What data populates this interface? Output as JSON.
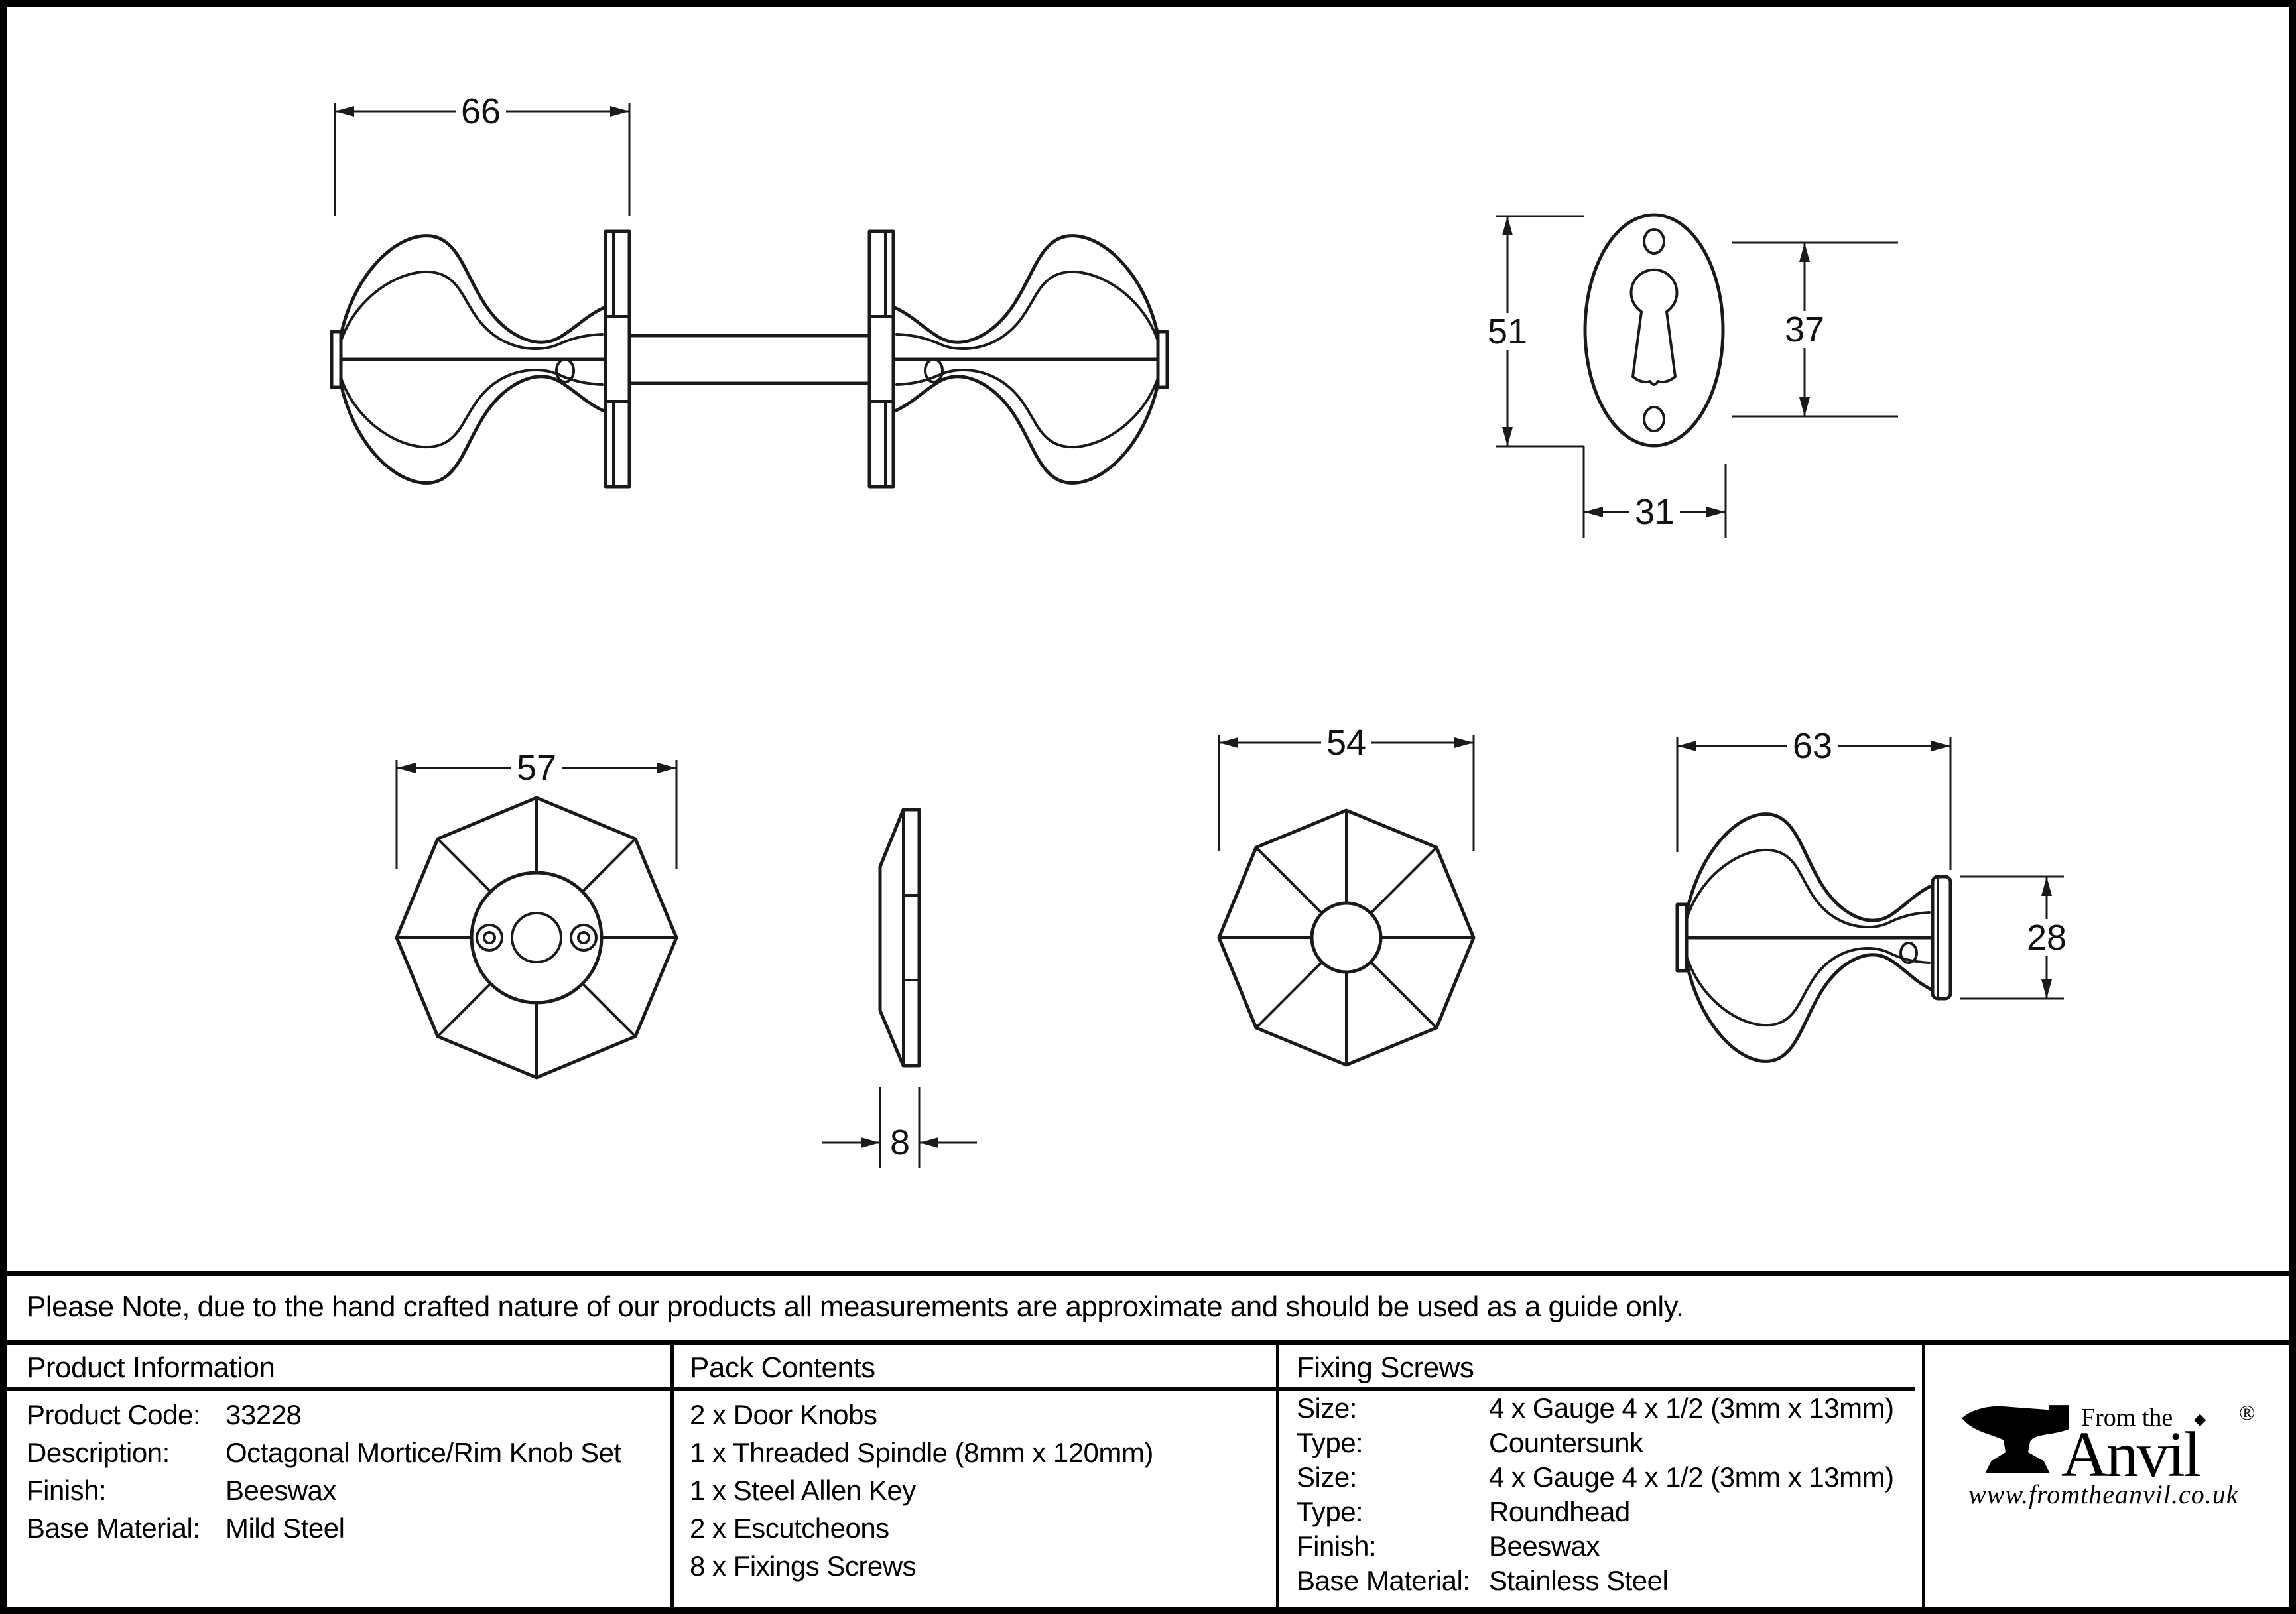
{
  "note": "Please Note, due to the hand crafted nature of our products all measurements are approximate and should be used as a guide only.",
  "product_information": {
    "header": "Product Information",
    "rows": [
      {
        "label": "Product Code:",
        "value": "33228"
      },
      {
        "label": "Description:",
        "value": "Octagonal Mortice/Rim Knob Set"
      },
      {
        "label": "Finish:",
        "value": "Beeswax"
      },
      {
        "label": "Base Material:",
        "value": "Mild Steel"
      }
    ]
  },
  "pack_contents": {
    "header": "Pack Contents",
    "items": [
      "2 x Door Knobs",
      "1 x Threaded Spindle (8mm x 120mm)",
      "1 x Steel Allen Key",
      "2 x Escutcheons",
      "8 x Fixings Screws"
    ]
  },
  "fixing_screws": {
    "header": "Fixing Screws",
    "rows": [
      {
        "label": "Size:",
        "value": "4 x Gauge 4 x 1/2 (3mm x 13mm)"
      },
      {
        "label": "Type:",
        "value": "Countersunk"
      },
      {
        "label": "Size:",
        "value": "4 x Gauge 4 x 1/2 (3mm x 13mm)"
      },
      {
        "label": "Type:",
        "value": "Roundhead"
      },
      {
        "label": "Finish:",
        "value": "Beeswax"
      },
      {
        "label": "Base Material:",
        "value": "Stainless Steel"
      }
    ]
  },
  "logo": {
    "tagline": "From the",
    "brand": "Anvil",
    "registered": "®",
    "diamond": "◆",
    "website": "www.fromtheanvil.co.uk"
  },
  "drawings": {
    "assembly": {
      "dim_width": "66"
    },
    "escutcheon": {
      "dim_height": "51",
      "dim_screw_spacing": "37",
      "dim_width": "31"
    },
    "rose_face": {
      "dim_width": "57"
    },
    "rose_side": {
      "dim_thickness": "8"
    },
    "knob_face": {
      "dim_width": "54"
    },
    "knob_side": {
      "dim_length": "63",
      "dim_rose_height": "28"
    }
  },
  "colors": {
    "line": "#1a1a1a",
    "background": "#ffffff"
  }
}
